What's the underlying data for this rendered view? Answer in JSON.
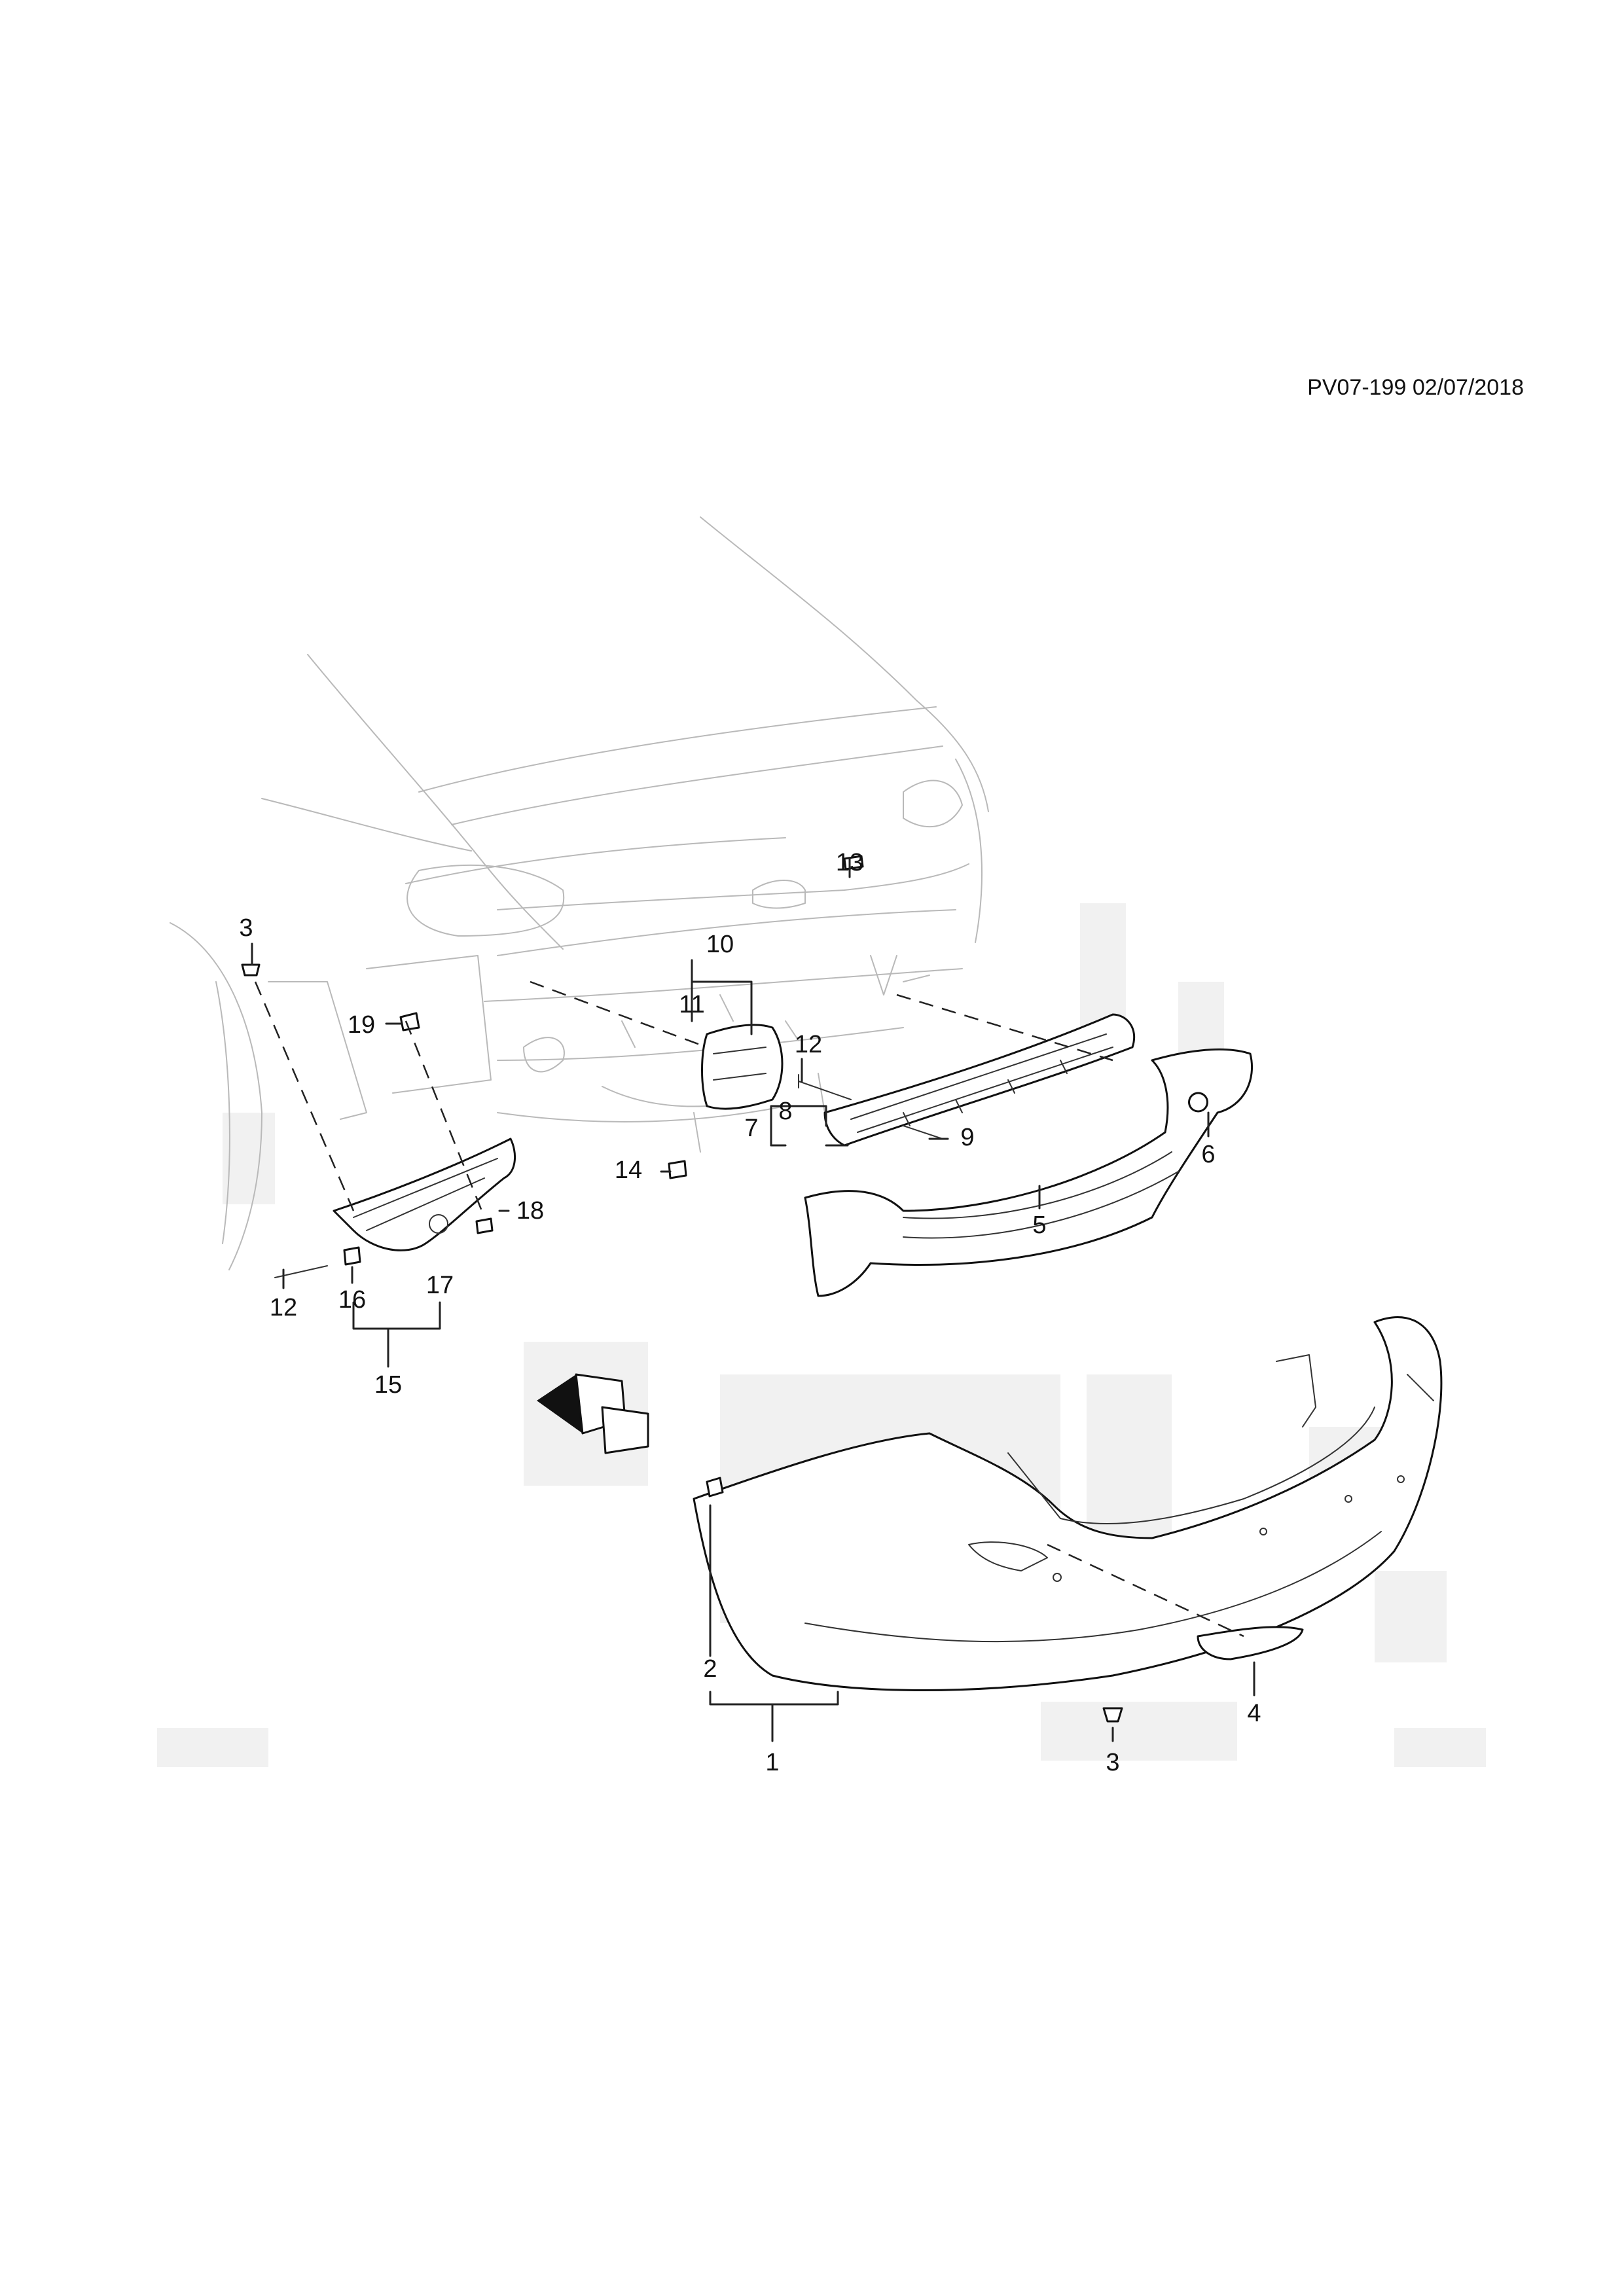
{
  "header": {
    "code": "PV07-199 02/07/2018"
  },
  "callouts": {
    "c1": "1",
    "c2": "2",
    "c3a": "3",
    "c3b": "3",
    "c4": "4",
    "c5": "5",
    "c6": "6",
    "c7": "7",
    "c8": "8",
    "c9": "9",
    "c10": "10",
    "c11": "11",
    "c12a": "12",
    "c12b": "12",
    "c13": "13",
    "c14": "14",
    "c15": "15",
    "c16": "16",
    "c17": "17",
    "c18": "18",
    "c19": "19"
  },
  "icons": {
    "orientation": "front-direction-arrow-icon"
  }
}
